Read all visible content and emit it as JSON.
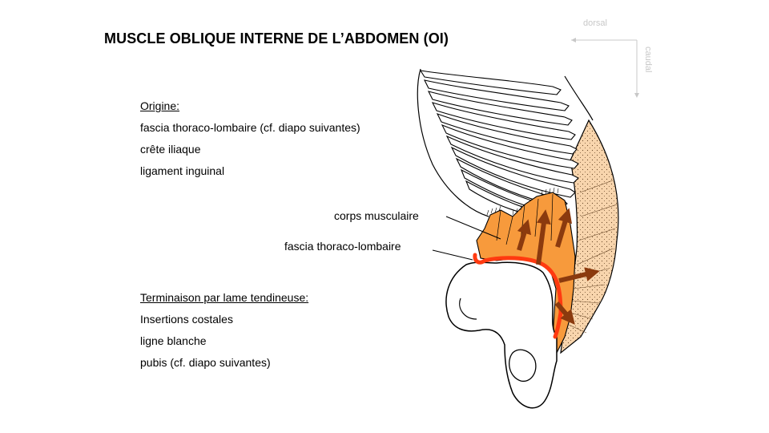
{
  "title": "MUSCLE OBLIQUE INTERNE DE L’ABDOMEN (OI)",
  "origin": {
    "header": "Origine:",
    "items": [
      "fascia thoraco-lombaire (cf. diapo suivantes)",
      "crête iliaque",
      "ligament inguinal"
    ]
  },
  "termination": {
    "header": "Terminaison par lame tendineuse:",
    "items": [
      "Insertions  costales",
      "ligne blanche",
      "pubis (cf. diapo suivantes)"
    ]
  },
  "figure": {
    "labels": {
      "corps": "corps musculaire",
      "fascia": "fascia thoraco-lombaire"
    },
    "orientation": {
      "dorsal": "dorsal",
      "caudal": "caudal"
    },
    "colors": {
      "muscle": "#f79a3c",
      "fascia_line": "#ff3a10",
      "arrows": "#8b3a0e",
      "outer_muscle": "#f8d5ad"
    }
  }
}
